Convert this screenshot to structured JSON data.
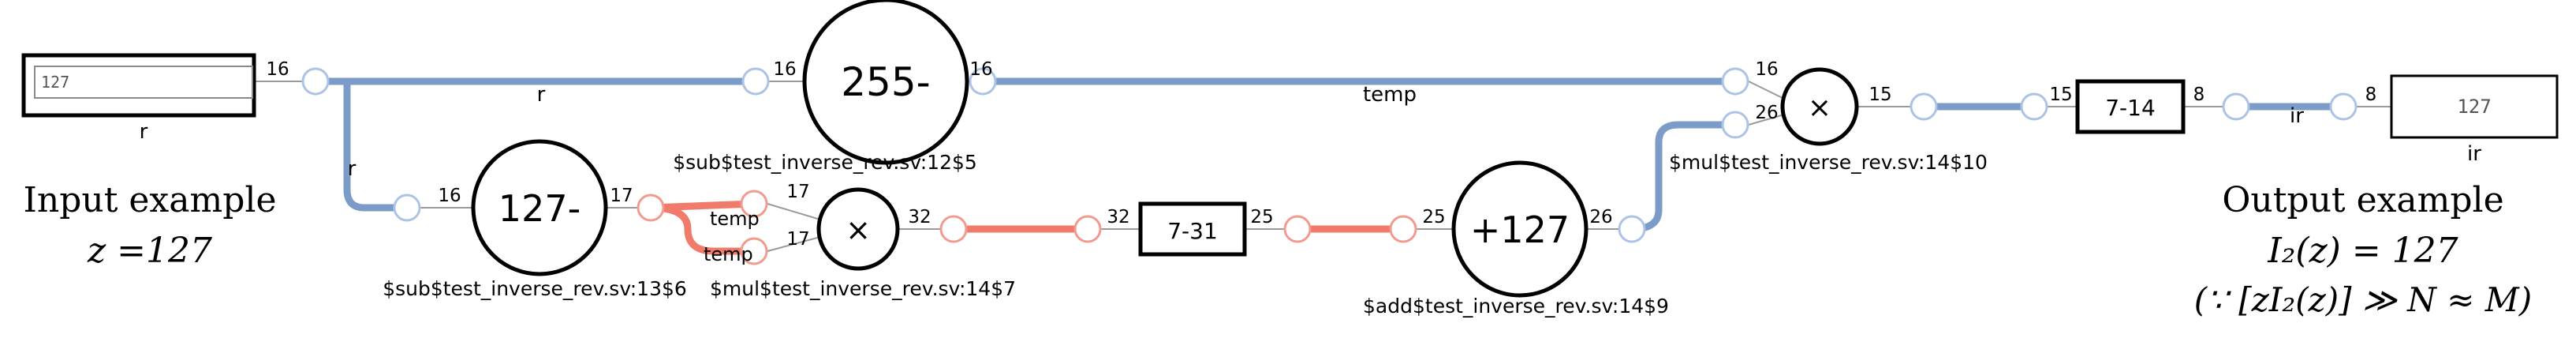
{
  "input_port": {
    "value": "127",
    "label": "r",
    "width": "16"
  },
  "output_port": {
    "value": "127",
    "label": "ir",
    "width": "8"
  },
  "wires": {
    "r_top": "r",
    "r_down": "r",
    "temp_top": "temp",
    "temp_mid_a": "temp",
    "temp_mid_b": "temp",
    "ir_out": "ir"
  },
  "cells": {
    "sub255": {
      "op": "255-",
      "in_width": "16",
      "out_width": "16",
      "name": "$sub$test_inverse_rev.sv:12$5"
    },
    "sub127": {
      "op": "127-",
      "in_width": "16",
      "out_width": "17",
      "name": "$sub$test_inverse_rev.sv:13$6"
    },
    "mul7": {
      "op": "×",
      "in_a_width": "17",
      "in_b_width": "17",
      "out_width": "32",
      "name": "$mul$test_inverse_rev.sv:14$7"
    },
    "slice731": {
      "label": "7-31",
      "in_width": "32",
      "out_width": "25"
    },
    "add127": {
      "op": "+127",
      "in_width": "25",
      "out_width": "26",
      "name": "$add$test_inverse_rev.sv:14$9"
    },
    "mul10": {
      "op": "×",
      "in_a_width": "16",
      "in_b_width": "26",
      "out_width": "15",
      "name": "$mul$test_inverse_rev.sv:14$10"
    },
    "slice714": {
      "label": "7-14",
      "in_width": "15",
      "out_width": "8"
    }
  },
  "annotations": {
    "input_title": "Input example",
    "input_value": "z =127",
    "output_title": "Output example",
    "output_value": "I₂(z) = 127",
    "output_note": "(∵ [zI₂(z)] ≫ N ≈ M)"
  },
  "colors": {
    "blue_wire": "#7b9cc9",
    "red_wire": "#f07b6a",
    "node_blue": "#aac3e6",
    "node_red": "#f29a8d",
    "thin_wire": "#9a9a9a"
  }
}
